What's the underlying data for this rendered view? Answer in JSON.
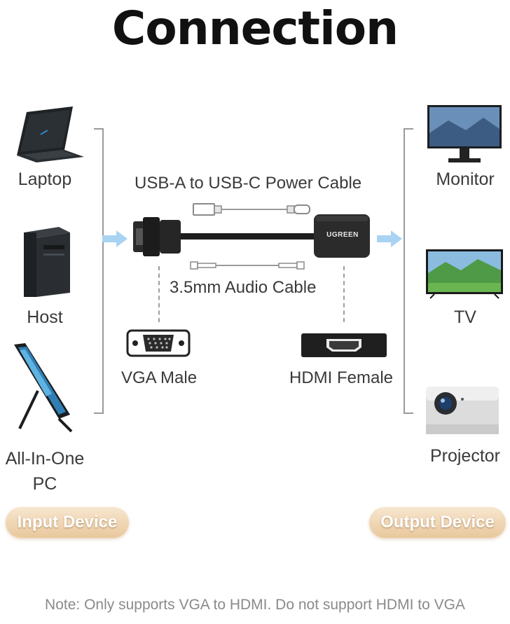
{
  "title": "Connection",
  "input_devices": [
    {
      "label": "Laptop",
      "icon": "laptop-icon"
    },
    {
      "label": "Host",
      "icon": "desktop-tower-icon"
    },
    {
      "label": "All-In-One PC",
      "icon": "all-in-one-pc-icon"
    }
  ],
  "output_devices": [
    {
      "label": "Monitor",
      "icon": "monitor-icon"
    },
    {
      "label": "TV",
      "icon": "tv-icon"
    },
    {
      "label": "Projector",
      "icon": "projector-icon"
    }
  ],
  "cables": {
    "power": "USB-A to USB-C Power Cable",
    "audio": "3.5mm Audio Cable"
  },
  "ports": {
    "vga": "VGA Male",
    "hdmi": "HDMI Female"
  },
  "adapter_brand": "UGREEN",
  "input_pill": "Input Device",
  "output_pill": "Output Device",
  "note": "Note: Only supports VGA to HDMI. Do not support HDMI to VGA",
  "colors": {
    "arrow": "#a9d3f2",
    "pill": "#e9c89c",
    "adapter": "#2b2b2b"
  }
}
